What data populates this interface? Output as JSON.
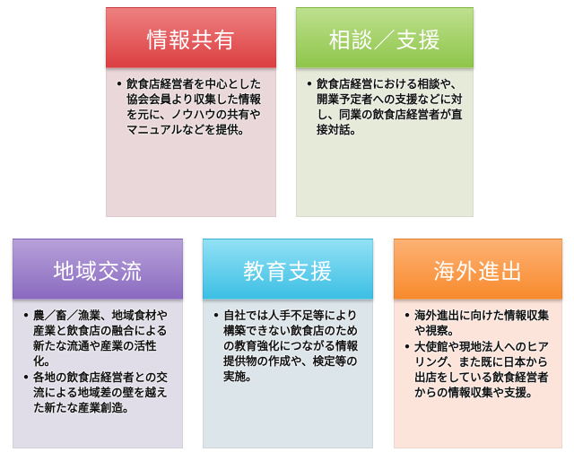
{
  "cards": [
    {
      "id": "info",
      "title": "情報共有",
      "color": "#dc3f42",
      "bullets": [
        "飲食店経営者を中心とした協会会員より収集した情報を元に、ノウハウの共有やマニュアルなどを提供。"
      ]
    },
    {
      "id": "consult",
      "title": "相談／支援",
      "color": "#8fc54a",
      "bullets": [
        "飲食店経営における相談や、開業予定者への支援などに対し、同業の飲食店経営者が直接対話。"
      ]
    },
    {
      "id": "region",
      "title": "地域交流",
      "color": "#8a6ac0",
      "bullets": [
        "農／畜／漁業、地域食材や産業と飲食店の融合による新たな流通や産業の活性化。",
        "各地の飲食店経営者との交流による地域差の壁を越えた新たな産業創造。"
      ]
    },
    {
      "id": "edu",
      "title": "教育支援",
      "color": "#3cbfe4",
      "bullets": [
        "自社では人手不足等により構築できない飲食店のための教育強化につながる情報提供物の作成や、検定等の実施。"
      ]
    },
    {
      "id": "overseas",
      "title": "海外進出",
      "color": "#f88a2c",
      "bullets": [
        "海外進出に向けた情報収集や視察。",
        "大使館や現地法人へのヒアリング、また既に日本から出店をしている飲食経営者からの情報収集や支援。"
      ]
    }
  ]
}
